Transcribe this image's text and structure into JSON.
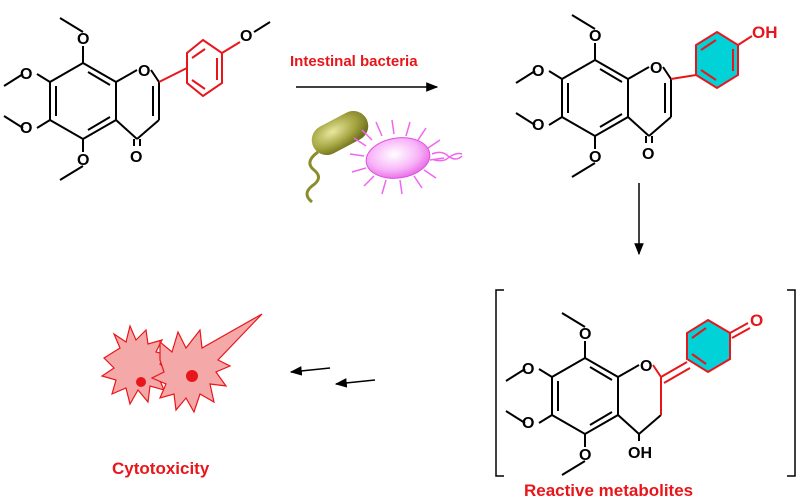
{
  "labels": {
    "step1": "Intestinal bacteria",
    "metabolites": "Reactive metabolites",
    "outcome": "Cytotoxicity"
  },
  "atoms": {
    "oxygen": "O",
    "hydroxyl": "OH"
  },
  "colors": {
    "label_red": "#e8161b",
    "bond_red": "#e8161b",
    "ring_cyan": "#00d2d8",
    "bacterium_olive": "#8c8c2a",
    "bacterium_pink": "#f066f0",
    "cell_pink": "#f5a8a8",
    "nucleus_red": "#e8161b"
  },
  "icons": [
    "rod-bacterium-icon",
    "flagellated-bacterium-icon",
    "damaged-cell-icon"
  ]
}
